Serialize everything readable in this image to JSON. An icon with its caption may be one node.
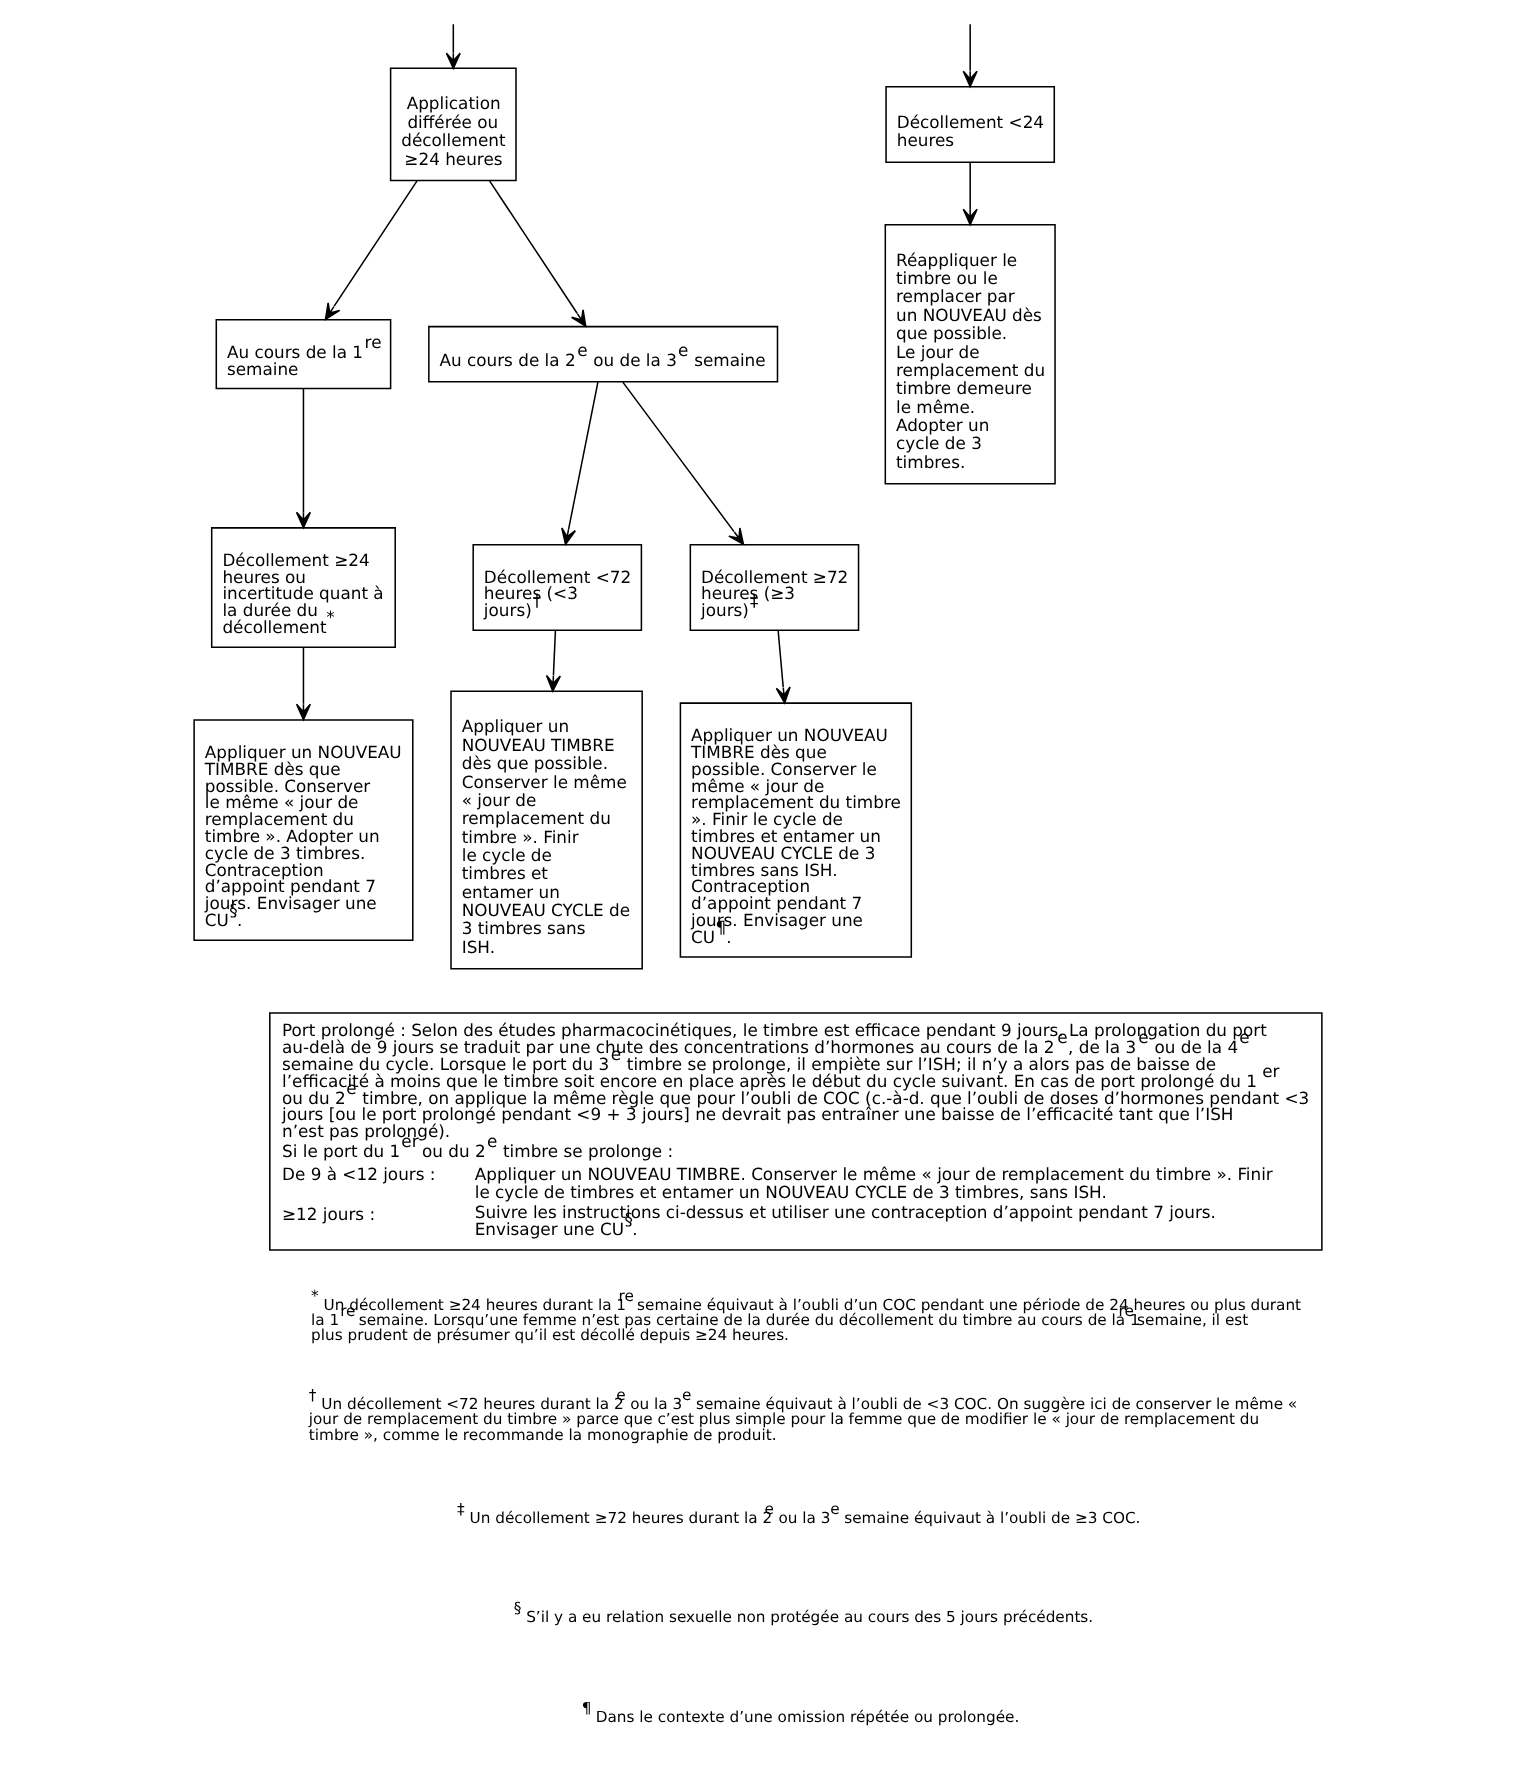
{
  "diagram": {
    "nodes": [
      {
        "text": [
          "Décollement <24 heures"
        ]
      },
      {
        "text": [
          "Application différée ou décollement ≥24 heures"
        ]
      },
      {
        "text": [
          "Réappliquer le timbre ou le remplacer par un NOUVEAU dès que possible. Le jour de remplacement du timbre demeure le même. Adopter un cycle de 3 timbres."
        ]
      },
      {
        "text": [
          "Au cours de la 1$^{re}$ semaine"
        ]
      },
      {
        "text": [
          "Au cours de la 2$^{e}$ ou de la 3$^{e}$ semaine"
        ]
      },
      {
        "text": [
          "Décollement ≥24 heures ou incertitude quant à la durée du décollement$^{*}$"
        ]
      },
      {
        "text": [
          "Décollement <72 heures (<3 jours)$^{†}$"
        ]
      },
      {
        "text": [
          "Décollement ≥72 heures (≥3 jours)$^{‡}$"
        ]
      },
      {
        "text": [
          "Appliquer un NOUVEAU TIMBRE dès que possible. Conserver le même « jour de remplacement du timbre ». Adopter un cycle de 3 timbres. Contraception d’appoint pendant 7 jours. Envisager une CU$^{§}$."
        ]
      },
      {
        "text": [
          "Appliquer un NOUVEAU TIMBRE dès que possible. Conserver le même « jour de remplacement du timbre ». Finir le cycle de timbres et entamer un NOUVEAU CYCLE de 3 timbres sans ISH."
        ]
      },
      {
        "text": [
          "Appliquer un NOUVEAU TIMBRE dès que possible. Conserver le même « jour de remplacement du timbre ». Finir le cycle de timbres et entamer un NOUVEAU CYCLE de 3 timbres sans ISH. Contraception d’appoint pendant 7 jours. Envisager une CU$^{¶}$."
        ]
      },
      {
        "text": [
          "Port prolongé : Selon des études pharmacocinétiques, le timbre est efficace pendant 9 jours. La prolongation du port au-delà de 9 jours se traduit par une chute des concentrations d’hormones au cours de la 2$^{e}$, de la 3$^{e}$ ou de la 4$^{e}$ semaine du cycle. Lorsque le port du 3$^{e}$ timbre se prolonge, il empiète sur l’ISH; il n’y a alors pas de baisse de l’efficacité à moins que le timbre soit encore en place après le début du cycle suivant. En cas de port prolongé du 1$^{er}$ ou du 2$^{e}$ timbre, on applique la même règle que pour l’oubli de COC (c.-à-d. que l’oubli de doses d’hormones pendant <3 jours [ou le port prolongé pendant <9 + 3 jours] ne devrait pas entraîner une baisse de l’efficacité tant que l’ISH n’est pas prolongé).",
          "Si le port du 1$^{er}$ ou du 2$^{e}$ timbre se prolonge :",
          "De 9 à <12 jours :",
          "Appliquer un NOUVEAU TIMBRE. Conserver le même « jour de remplacement du timbre ». Finir le cycle de timbres et entamer un NOUVEAU CYCLE de 3 timbres, sans ISH.",
          "≥12 jours :",
          "Suivre les instructions ci-dessus et utiliser une contraception d’appoint pendant 7 jours. Envisager une CU$^{§}$."
        ]
      }
    ],
    "edges": [
      {
        "from": null,
        "to": 0,
        "arrow": "to"
      },
      {
        "from": null,
        "to": 1,
        "arrow": "to"
      },
      {
        "from": 0,
        "to": 2,
        "arrow": "to"
      },
      {
        "from": 1,
        "to": 3,
        "arrow": "to"
      },
      {
        "from": 1,
        "to": 4,
        "arrow": "to"
      },
      {
        "from": 3,
        "to": 5,
        "arrow": "to"
      },
      {
        "from": 4,
        "to": 6,
        "arrow": "to"
      },
      {
        "from": 4,
        "to": 7,
        "arrow": "to"
      },
      {
        "from": 5,
        "to": 8,
        "arrow": "to"
      },
      {
        "from": 6,
        "to": 9,
        "arrow": "to"
      },
      {
        "from": 7,
        "to": 10,
        "arrow": "to"
      }
    ],
    "labels": [
      "$^{*}$ Un décollement ≥24 heures durant la 1$^{re}$ semaine équivaut à l’oubli d’un COC pendant une période de 24 heures ou plus durant la 1$^{re}$ semaine. Lorsqu’une femme n’est pas certaine de la durée du décollement du timbre au cours de la 1$^{re}$ semaine, il est plus prudent de présumer qu’il est décollé depuis ≥24 heures.",
      "$^{†}$ Un décollement <72 heures durant la 2$^{e}$ ou la 3$^{e}$ semaine équivaut à l’oubli de <3 COC. On suggère ici de conserver le même « jour de remplacement du timbre » parce que c’est plus simple pour la femme que de modifier le « jour de remplacement du timbre », comme le recommande la monographie de produit.",
      "$^{‡}$ Un décollement ≥72 heures durant la 2$^{e}$ ou la 3$^{e}$ semaine équivaut à l’oubli de ≥3 COC.",
      "$^{§}$ S’il y a eu relation sexuelle non protégée au cours des 5 jours précédents.",
      "$^{¶}$ Dans le contexte d’une omission répétée ou prolongée."
    ]
  }
}
